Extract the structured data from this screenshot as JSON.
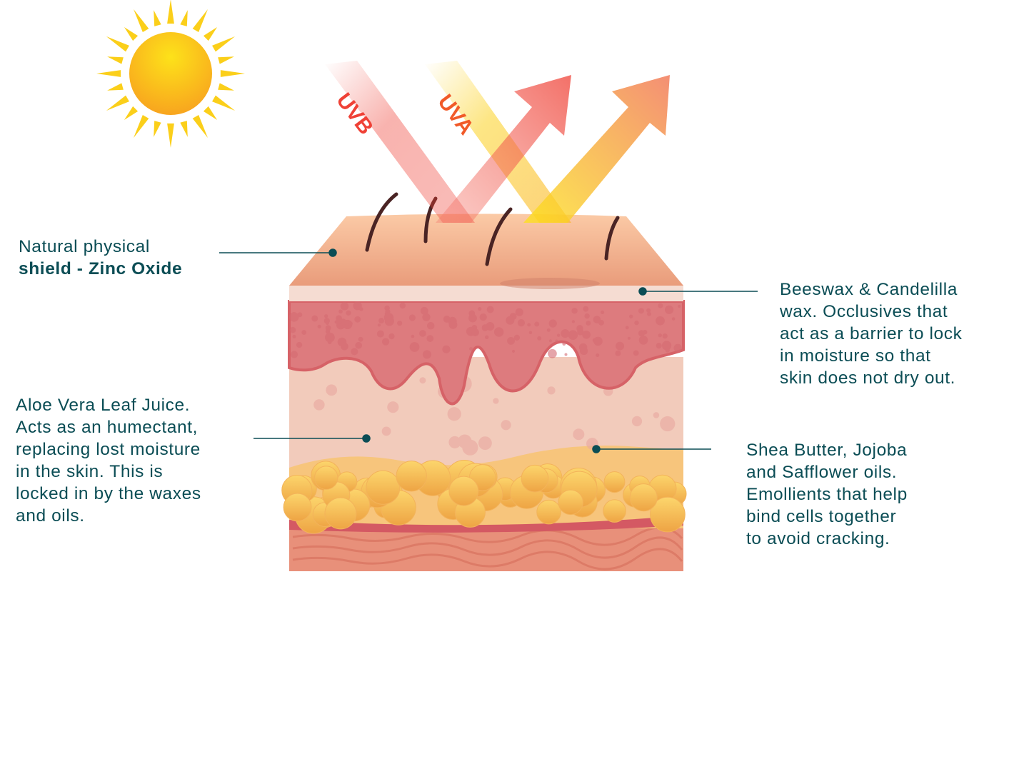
{
  "rays": {
    "uvb": "UVB",
    "uva": "UVA"
  },
  "labels": {
    "zinc_line1": "Natural physical",
    "zinc_line2": "shield - Zinc Oxide",
    "waxes": [
      "Beeswax & Candelilla",
      "wax. Occlusives that",
      "act as a barrier to lock",
      "in moisture so that",
      "skin does not dry out."
    ],
    "aloe": [
      "Aloe Vera Leaf Juice.",
      "Acts as an humectant,",
      "replacing lost moisture",
      "in the skin. This is",
      "locked in by the waxes",
      "and oils."
    ],
    "oils": [
      "Shea Butter, Jojoba",
      "and Safflower oils.",
      "Emollients that help",
      "bind cells together",
      "to avoid cracking."
    ]
  },
  "colors": {
    "text": "#0b4d55",
    "uvb": "#ef4136",
    "uva": "#f7b733"
  }
}
